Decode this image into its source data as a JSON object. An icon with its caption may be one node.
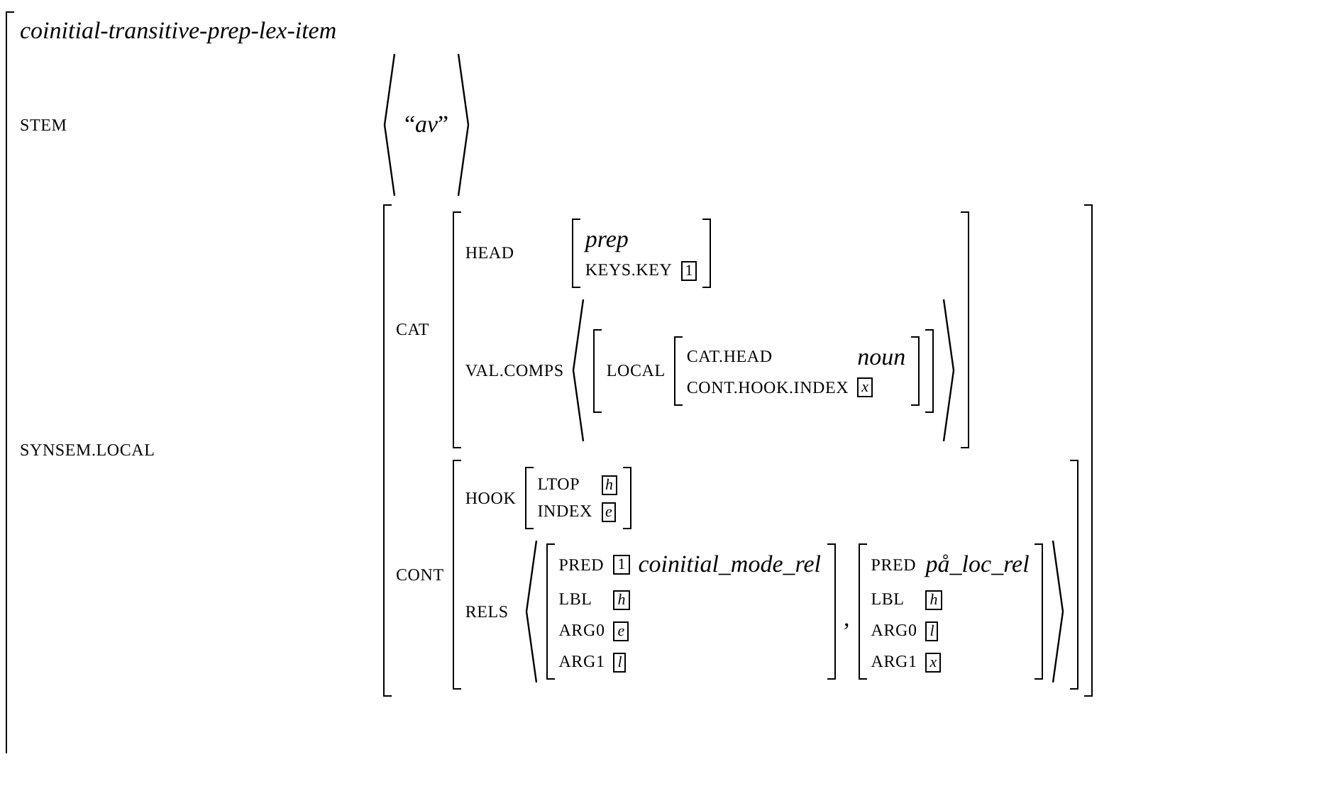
{
  "diagram": {
    "nodes": [
      {
        "text": [
          "coinitial-transitive-prep-lex-item",
          "STEM",
          "“*av*”",
          "SYNSEM.LOCAL"
        ]
      },
      {
        "text": [
          "CAT",
          "CONT"
        ],
        "in": 0
      },
      {
        "text": [
          "HEAD",
          "VAL.COMPS"
        ],
        "in": 1
      },
      {
        "text": [
          "prep",
          "KEYS.KEY"
        ],
        "in": 2
      },
      {
        "text": [
          "1"
        ],
        "in": 3
      },
      {
        "text": [
          "LOCAL"
        ],
        "in": 2
      },
      {
        "text": [
          "CAT.HEAD",
          "noun",
          "CONT.HOOK.INDEX"
        ],
        "in": 5
      },
      {
        "text": [
          "x"
        ],
        "in": 6
      },
      {
        "text": [
          "HOOK",
          "RELS"
        ],
        "in": 1
      },
      {
        "text": [
          "LTOP",
          "INDEX"
        ],
        "in": 8
      },
      {
        "text": [
          "h"
        ],
        "in": 9
      },
      {
        "text": [
          "e"
        ],
        "in": 9
      },
      {
        "text": [
          "PRED",
          "coinitial_mode_rel",
          "LBL",
          "ARG0",
          "ARG1"
        ],
        "in": 8
      },
      {
        "text": [
          "1"
        ],
        "in": 12
      },
      {
        "text": [
          "h"
        ],
        "in": 12
      },
      {
        "text": [
          "e"
        ],
        "in": 12
      },
      {
        "text": [
          "l"
        ],
        "in": 12
      },
      {
        "text": [
          "PRED",
          "på_loc_rel",
          "LBL",
          "ARG0",
          "ARG1"
        ],
        "in": 8
      },
      {
        "text": [
          "h"
        ],
        "in": 17
      },
      {
        "text": [
          "l"
        ],
        "in": 17
      },
      {
        "text": [
          "x"
        ],
        "in": 17
      }
    ],
    "labels": [
      ","
    ]
  }
}
